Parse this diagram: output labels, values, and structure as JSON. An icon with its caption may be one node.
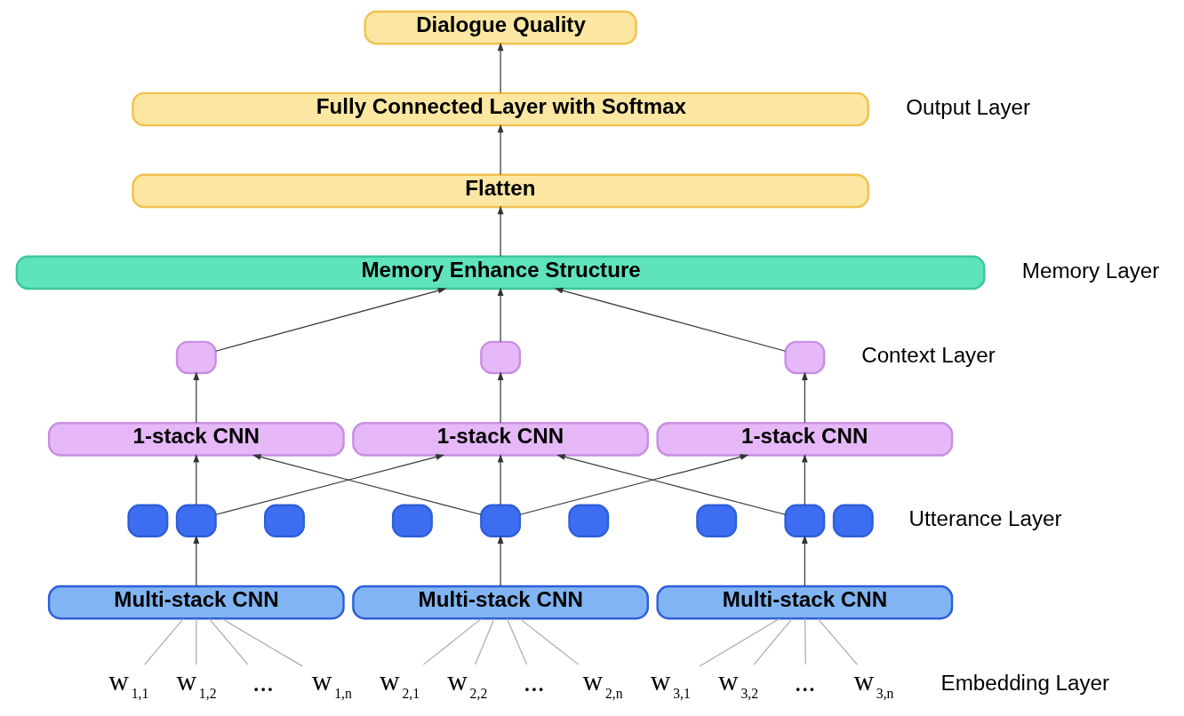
{
  "diagram": {
    "nodes": [
      {
        "text": [
          "Dialogue Quality"
        ]
      },
      {
        "text": [
          "Fully Connected Layer with Softmax"
        ]
      },
      {
        "text": [
          "Flatten"
        ]
      },
      {
        "text": [
          "Memory Enhance Structure"
        ]
      },
      {
        "text": [],
        "shape": "box"
      },
      {
        "text": [],
        "shape": "box"
      },
      {
        "text": [],
        "shape": "box"
      },
      {
        "text": [
          "1-stack CNN"
        ]
      },
      {
        "text": [
          "1-stack CNN"
        ]
      },
      {
        "text": [
          "1-stack CNN"
        ]
      },
      {
        "text": [],
        "shape": "box"
      },
      {
        "text": [],
        "shape": "box"
      },
      {
        "text": [],
        "shape": "box"
      },
      {
        "text": [],
        "shape": "box"
      },
      {
        "text": [],
        "shape": "box"
      },
      {
        "text": [],
        "shape": "box"
      },
      {
        "text": [],
        "shape": "box"
      },
      {
        "text": [],
        "shape": "box"
      },
      {
        "text": [],
        "shape": "box"
      },
      {
        "text": [
          "Multi-stack CNN"
        ]
      },
      {
        "text": [
          "Multi-stack CNN"
        ]
      },
      {
        "text": [
          "Multi-stack CNN"
        ]
      },
      {
        "text": [
          "w$_{1,1}$"
        ]
      },
      {
        "text": [
          "w$_{1,2}$"
        ]
      },
      {
        "text": [
          "..."
        ]
      },
      {
        "text": [
          "w$_{1,n}$"
        ]
      },
      {
        "text": [
          "w$_{2,1}$"
        ]
      },
      {
        "text": [
          "w$_{2,2}$"
        ]
      },
      {
        "text": [
          "..."
        ]
      },
      {
        "text": [
          "w$_{2,n}$"
        ]
      },
      {
        "text": [
          "w$_{3,1}$"
        ]
      },
      {
        "text": [
          "w$_{3,2}$"
        ]
      },
      {
        "text": [
          "..."
        ]
      },
      {
        "text": [
          "w$_{3,n}$"
        ]
      }
    ],
    "edges": [
      {
        "from": 1,
        "to": 0,
        "arrow": "to"
      },
      {
        "from": 2,
        "to": 1,
        "arrow": "to"
      },
      {
        "from": 3,
        "to": 2,
        "arrow": "to"
      },
      {
        "from": 4,
        "to": 3,
        "arrow": "to"
      },
      {
        "from": 5,
        "to": 3,
        "arrow": "to"
      },
      {
        "from": 6,
        "to": 3,
        "arrow": "to"
      },
      {
        "from": 7,
        "to": 4,
        "arrow": "to"
      },
      {
        "from": 8,
        "to": 5,
        "arrow": "to"
      },
      {
        "from": 9,
        "to": 6,
        "arrow": "to"
      },
      {
        "from": 11,
        "to": 7,
        "arrow": "to"
      },
      {
        "from": 11,
        "to": 8,
        "arrow": "to"
      },
      {
        "from": 14,
        "to": 7,
        "arrow": "to"
      },
      {
        "from": 14,
        "to": 8,
        "arrow": "to"
      },
      {
        "from": 14,
        "to": 9,
        "arrow": "to"
      },
      {
        "from": 17,
        "to": 8,
        "arrow": "to"
      },
      {
        "from": 17,
        "to": 9,
        "arrow": "to"
      },
      {
        "from": 19,
        "to": 11,
        "arrow": "to"
      },
      {
        "from": 20,
        "to": 14,
        "arrow": "to"
      },
      {
        "from": 21,
        "to": 17,
        "arrow": "to"
      },
      {
        "from": 22,
        "to": 19,
        "arrow": "none",
        "color": "#aaaaaa"
      },
      {
        "from": 23,
        "to": 19,
        "arrow": "none",
        "color": "#aaaaaa"
      },
      {
        "from": 24,
        "to": 19,
        "arrow": "none",
        "color": "#aaaaaa"
      },
      {
        "from": 25,
        "to": 19,
        "arrow": "none",
        "color": "#aaaaaa"
      },
      {
        "from": 26,
        "to": 20,
        "arrow": "none",
        "color": "#aaaaaa"
      },
      {
        "from": 27,
        "to": 20,
        "arrow": "none",
        "color": "#aaaaaa"
      },
      {
        "from": 28,
        "to": 20,
        "arrow": "none",
        "color": "#aaaaaa"
      },
      {
        "from": 29,
        "to": 20,
        "arrow": "none",
        "color": "#aaaaaa"
      },
      {
        "from": 30,
        "to": 21,
        "arrow": "none",
        "color": "#aaaaaa"
      },
      {
        "from": 31,
        "to": 21,
        "arrow": "none",
        "color": "#aaaaaa"
      },
      {
        "from": 32,
        "to": 21,
        "arrow": "none",
        "color": "#aaaaaa"
      },
      {
        "from": 33,
        "to": 21,
        "arrow": "none",
        "color": "#aaaaaa"
      }
    ],
    "labels": [
      "Output Layer",
      "Memory Layer",
      "Context Layer",
      "Utterance Layer",
      "Embedding Layer"
    ]
  }
}
